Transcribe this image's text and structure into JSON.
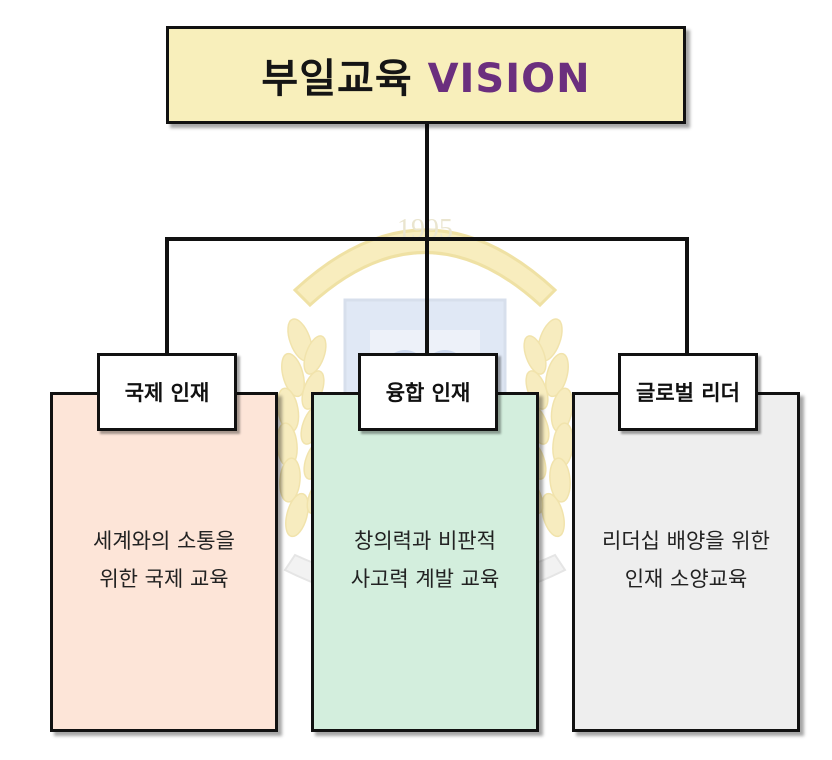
{
  "root": {
    "title_main": "부일교육",
    "title_accent": "VISION",
    "accent_color": "#6b2f7e",
    "background_color": "#f8efbb"
  },
  "watermark": {
    "year": "1995",
    "icon": "school-emblem-icon"
  },
  "branches": [
    {
      "label": "국제 인재",
      "line1": "세계와의 소통을",
      "line2": "위한 국제 교육",
      "color": "#fde5d8"
    },
    {
      "label": "융합 인재",
      "line1": "창의력과 비판적",
      "line2": "사고력 계발 교육",
      "color": "#d3eedd"
    },
    {
      "label": "글로벌 리더",
      "line1": "리더십 배양을 위한",
      "line2": "인재 소양교육",
      "color": "#eeeeee"
    }
  ]
}
